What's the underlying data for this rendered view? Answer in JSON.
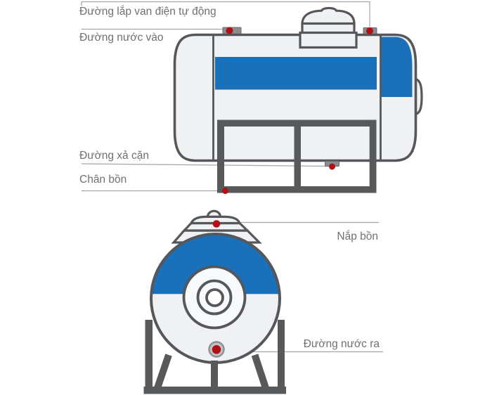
{
  "diagram": {
    "type": "water-tank-technical-diagram",
    "side_view_labels": {
      "auto_valve": "Đường lắp van điện tự động",
      "water_in": "Đường nước vào",
      "drain": "Đường xả cặn",
      "legs": "Chân bồn"
    },
    "front_view_labels": {
      "lid": "Nắp bồn",
      "water_out": "Đường nước ra"
    }
  },
  "colors": {
    "blue": "#1a70b9",
    "dark": "#55575a",
    "stand": "#58595b",
    "light": "#f0f1f2",
    "inner": "#f8f9fa",
    "white": "#ffffff",
    "red": "#b11116",
    "fitting": "#8a8c8e",
    "fitting_dark": "#6b6d70",
    "line": "#a5a6a8",
    "text": "#6e7072",
    "background": "#ffffff"
  }
}
